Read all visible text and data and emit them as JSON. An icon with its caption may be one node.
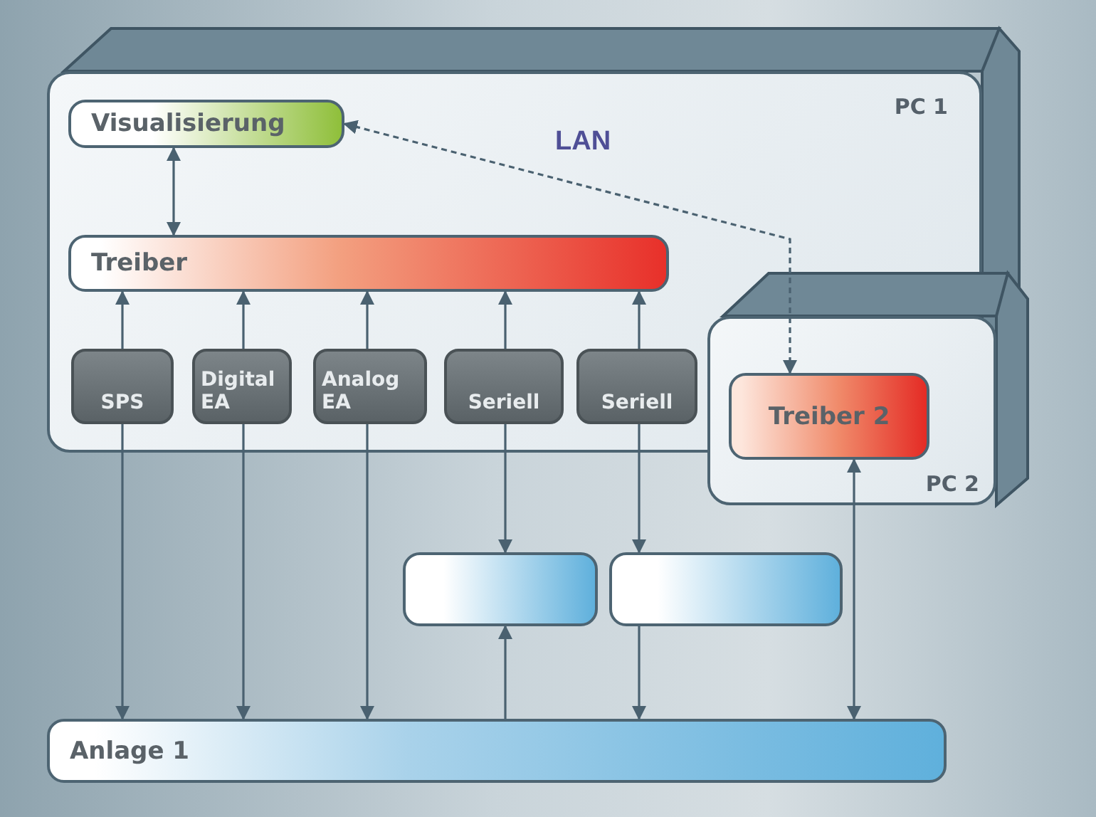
{
  "diagram": {
    "nodes": [
      {
        "text": [
          "PC 1"
        ]
      },
      {
        "text": [
          "Visualisierung"
        ],
        "in": 0
      },
      {
        "text": [
          "Treiber"
        ],
        "in": 0
      },
      {
        "text": [
          "SPS"
        ],
        "in": 0
      },
      {
        "text": [
          "Digital EA"
        ],
        "in": 0
      },
      {
        "text": [
          "Analog EA"
        ],
        "in": 0
      },
      {
        "text": [
          "Seriell"
        ],
        "in": 0
      },
      {
        "text": [
          "Seriell"
        ],
        "in": 0
      },
      {
        "text": [
          "PC 2"
        ]
      },
      {
        "text": [
          "Treiber 2"
        ],
        "in": 8
      },
      {
        "text": [],
        "shape": "box"
      },
      {
        "text": [],
        "shape": "box"
      },
      {
        "text": [
          "Anlage 1"
        ]
      }
    ],
    "edges": [
      {
        "from": 1,
        "to": 2,
        "arrow": "both"
      },
      {
        "from": 3,
        "to": 2,
        "arrow": "to"
      },
      {
        "from": 3,
        "to": 12,
        "arrow": "to"
      },
      {
        "from": 4,
        "to": 2,
        "arrow": "to"
      },
      {
        "from": 4,
        "to": 12,
        "arrow": "to"
      },
      {
        "from": 5,
        "to": 2,
        "arrow": "to"
      },
      {
        "from": 5,
        "to": 12,
        "arrow": "to"
      },
      {
        "from": 6,
        "to": 2,
        "arrow": "to"
      },
      {
        "from": 6,
        "to": 10,
        "arrow": "to"
      },
      {
        "from": 12,
        "to": 10,
        "arrow": "to"
      },
      {
        "from": 7,
        "to": 2,
        "arrow": "to"
      },
      {
        "from": 7,
        "to": 11,
        "arrow": "to"
      },
      {
        "from": 11,
        "to": 12,
        "arrow": "to"
      },
      {
        "from": 9,
        "to": 12,
        "arrow": "both"
      },
      {
        "from": 9,
        "to": 1,
        "arrow": "both",
        "style": "dashed",
        "label": "LAN"
      }
    ]
  }
}
